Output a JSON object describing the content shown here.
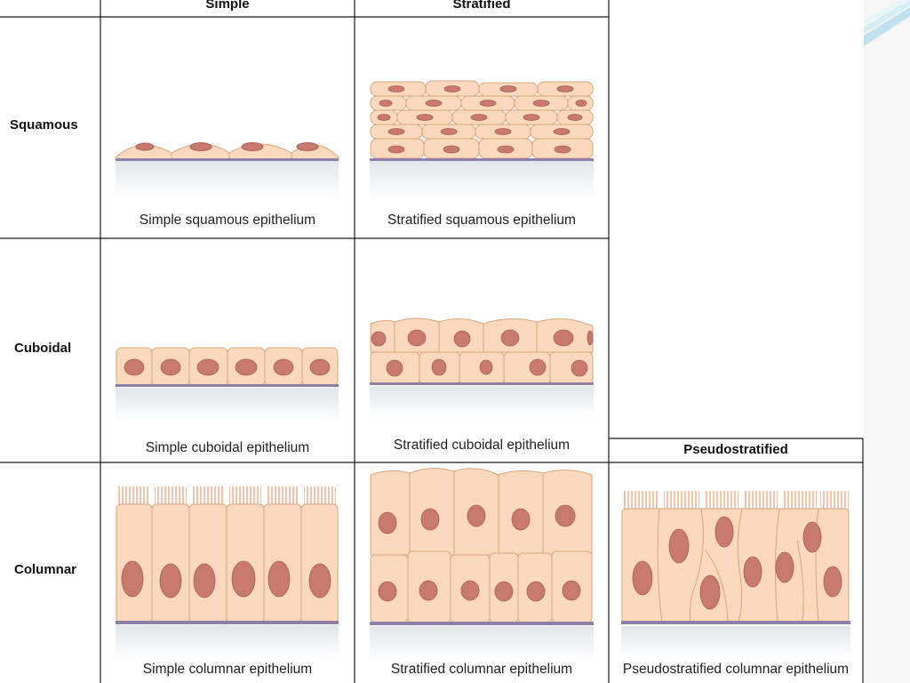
{
  "columns": {
    "simple": "Simple",
    "stratified": "Stratified",
    "pseudostratified": "Pseudostratified"
  },
  "rows": {
    "squamous": "Squamous",
    "cuboidal": "Cuboidal",
    "columnar": "Columnar"
  },
  "captions": {
    "simple_squamous": "Simple squamous epithelium",
    "stratified_squamous": "Stratified squamous epithelium",
    "simple_cuboidal": "Simple cuboidal epithelium",
    "stratified_cuboidal": "Stratified cuboidal epithelium",
    "simple_columnar": "Simple columnar epithelium",
    "stratified_columnar": "Stratified columnar epithelium",
    "pseudostratified_columnar": "Pseudostratified columnar epithelium"
  },
  "colors": {
    "cell_fill": "#fbd9bd",
    "cell_stroke": "#d9a57f",
    "nucleus": "#c97a6e",
    "nucleus_stroke": "#a95e55",
    "basement": "#8f7fa6",
    "tissue_below": "#dfe6ec",
    "cilia": "#e9a07e",
    "grid_line": "#1a1a1a"
  }
}
